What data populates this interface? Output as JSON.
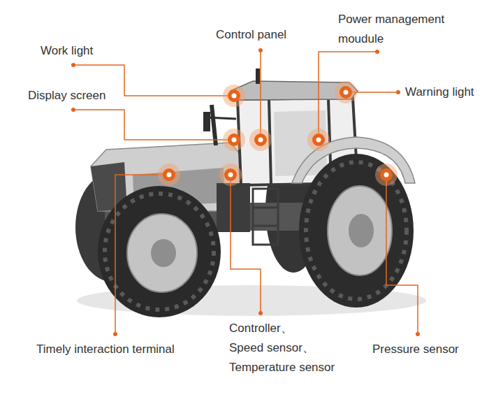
{
  "diagram": {
    "labels": [
      "Power management moudule",
      "Control panel",
      "Work light",
      "Warning light",
      "Display screen",
      "Timely interaction terminal",
      "Controller、 Speed sensor、 Temperature sensor",
      "Pressure sensor"
    ]
  }
}
